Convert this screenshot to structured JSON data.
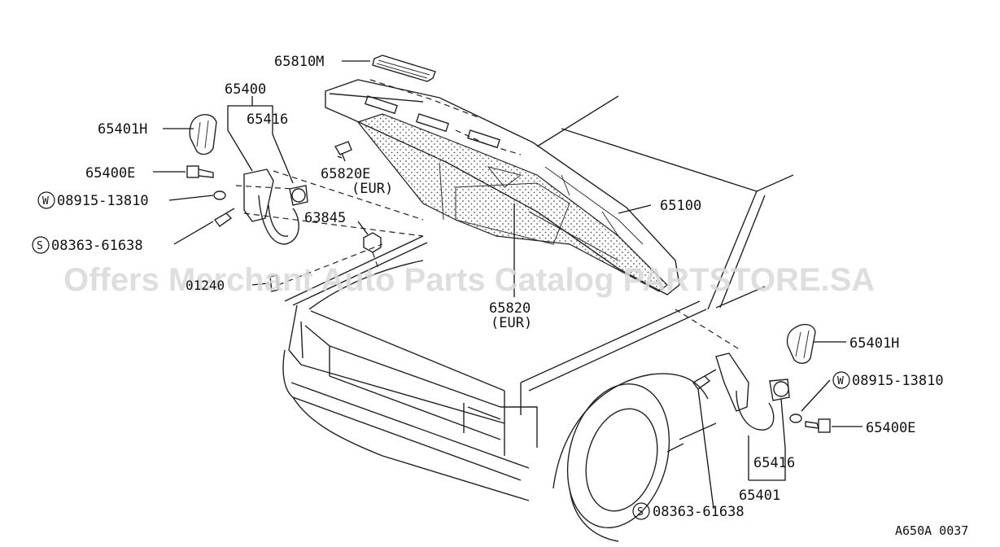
{
  "labels": {
    "p65810M": "65810M",
    "p65400_left": "65400",
    "p65416_left": "65416",
    "p65401H_left": "65401H",
    "p65400E_left": "65400E",
    "p08915_left": "08915-13810",
    "p08363_left": "08363-61638",
    "p65820E": "65820E",
    "p65820E_eur": "(EUR)",
    "p63845": "63845",
    "p65100": "65100",
    "p01240": "01240",
    "p65820": "65820",
    "p65820_eur": "(EUR)",
    "p65401H_right": "65401H",
    "p08915_right": "08915-13810",
    "p65400E_right": "65400E",
    "p65416_right": "65416",
    "p65401_right": "65401",
    "p08363_right": "08363-61638"
  },
  "symbols": {
    "washer": "W",
    "screw": "S"
  },
  "watermark": "Offers Merchant Auto Parts Catalog PARTSTORE.SA",
  "diagram_ref": "A650A 0037"
}
